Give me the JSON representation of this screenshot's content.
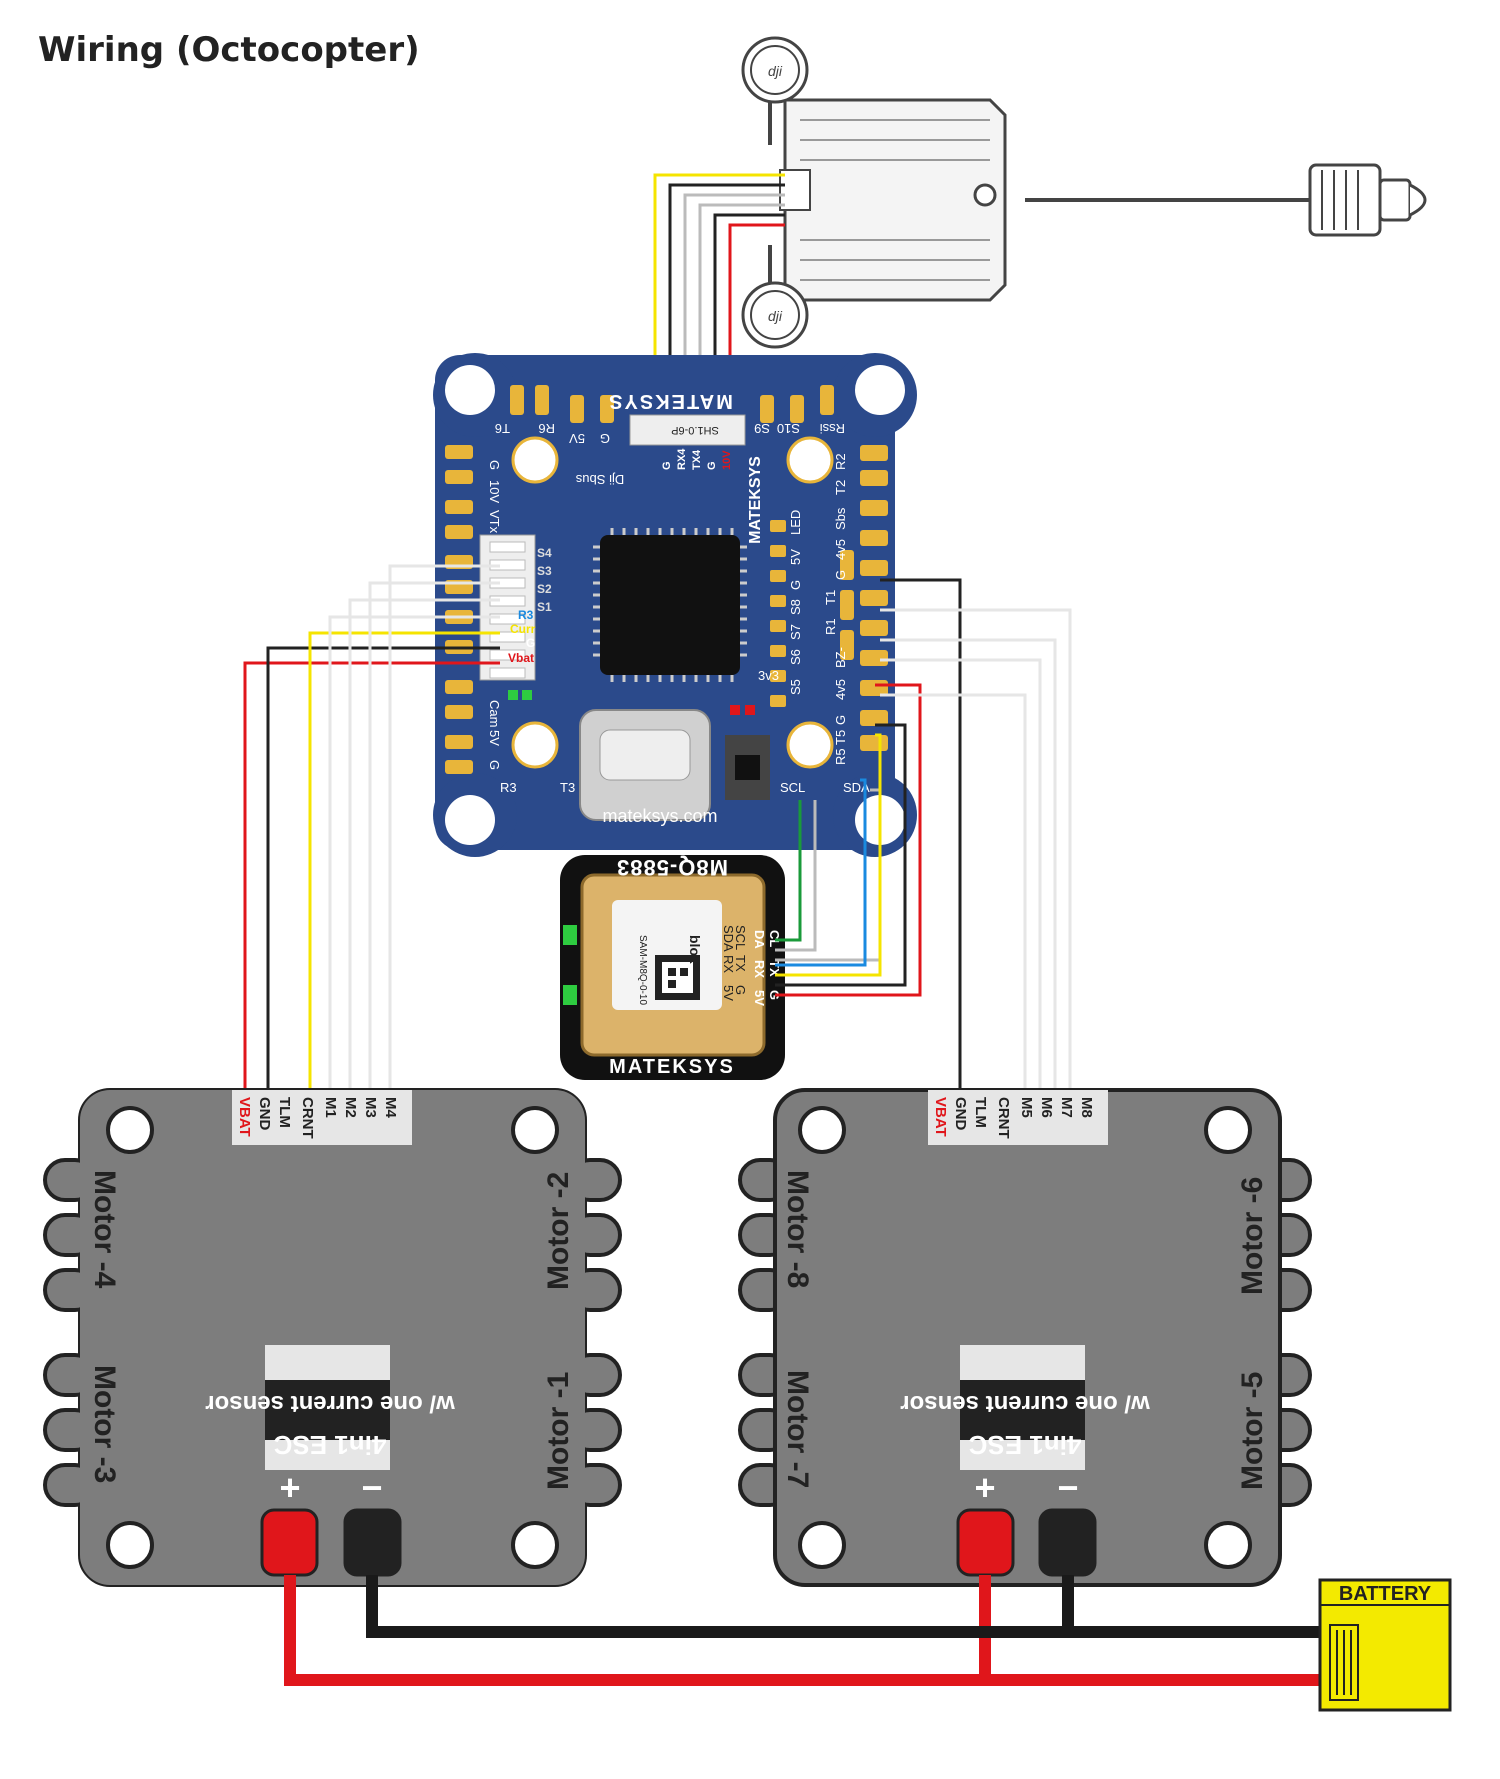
{
  "title": "Wiring (Octocopter)",
  "flight_controller": {
    "brand_top": "MATEKSYS",
    "brand_side": "MATEKSYS",
    "website": "mateksys.com",
    "connector": "SH1.0-6P",
    "connector_pins": [
      "10V",
      "G",
      "TX4",
      "RX4",
      "G"
    ],
    "left_pins": [
      "S4",
      "S3",
      "S2",
      "S1",
      "R3",
      "Curr",
      "G",
      "Vbat"
    ],
    "pads": [
      "T6",
      "R6",
      "5V",
      "G",
      "S9",
      "S10",
      "Rssi",
      "R2",
      "T2",
      "Sbs",
      "4v5",
      "G",
      "T1",
      "R1",
      "BZ-",
      "4v5",
      "G",
      "T5",
      "R5",
      "SDA",
      "SCL",
      "T3",
      "R3",
      "G",
      "5V",
      "Cam",
      "10V",
      "VTx",
      "G",
      "LED",
      "5V",
      "G",
      "S8",
      "S7",
      "S6",
      "S5",
      "3v3",
      "Dji Sbus"
    ]
  },
  "gps": {
    "model": "M8Q-5883",
    "brand": "MATEKSYS",
    "chip_brand": "blox",
    "chip_model": "SAM-M8Q-0-10",
    "pins": [
      "CL",
      "DA",
      "TX",
      "RX",
      "G",
      "5V"
    ],
    "chip_pins": [
      "SCL",
      "SDA",
      "TX",
      "RX",
      "G",
      "5V"
    ]
  },
  "esc_left": {
    "pins": [
      "VBAT",
      "GND",
      "TLM",
      "CRNT",
      "M1",
      "M2",
      "M3",
      "M4"
    ],
    "motors": [
      "Motor -4",
      "Motor -3",
      "Motor -2",
      "Motor -1"
    ],
    "label_current": "w/ one current sensor",
    "label_esc": "4in1 ESC",
    "plus": "+",
    "minus": "−"
  },
  "esc_right": {
    "pins": [
      "VBAT",
      "GND",
      "TLM",
      "CRNT",
      "M5",
      "M6",
      "M7",
      "M8"
    ],
    "motors": [
      "Motor -8",
      "Motor -7",
      "Motor -6",
      "Motor -5"
    ],
    "label_current": "w/ one current sensor",
    "label_esc": "4in1 ESC",
    "plus": "+",
    "minus": "−"
  },
  "battery": {
    "label": "BATTERY"
  },
  "colors": {
    "pcb_blue": "#2b4a8b",
    "pad_gold": "#e8b53a",
    "esc_gray": "#7d7d7d",
    "wire_red": "#e0161b",
    "wire_black": "#1a1a1a",
    "wire_yellow": "#f5e400",
    "wire_green": "#1a9a3a",
    "wire_blue": "#1a8ae0",
    "battery_yellow": "#f3ea00"
  }
}
